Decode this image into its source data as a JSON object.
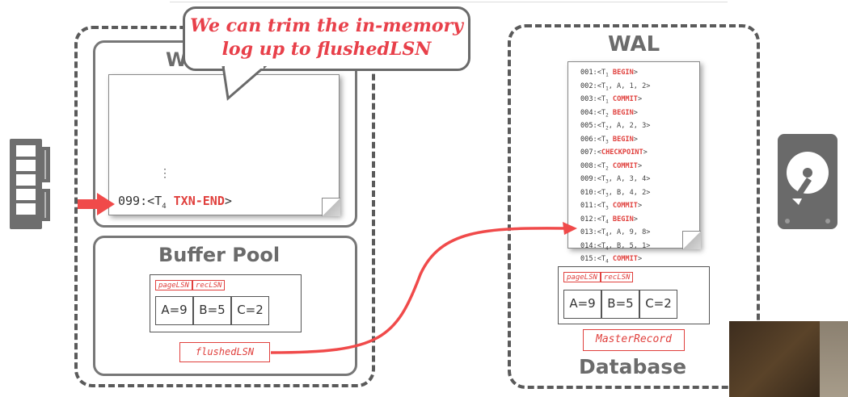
{
  "speech_bubble": {
    "text_line1": "We can trim the in-memory",
    "text_line2": "log up to flushedLSN"
  },
  "memory_wal": {
    "title": "W",
    "ellipsis": "⋮",
    "line_num": "099",
    "line_sep": ":",
    "line_open": "<T",
    "line_sub": "4",
    "line_kw": "TXN-END",
    "line_close": ">"
  },
  "buffer_pool": {
    "title": "Buffer Pool",
    "labels": [
      "pageLSN",
      "recLSN"
    ],
    "cells": [
      "A=9",
      "B=5",
      "C=2"
    ],
    "flushed_label": "flushedLSN"
  },
  "disk_wal": {
    "title": "WAL",
    "entries": [
      {
        "num": "001",
        "pre": "<T",
        "sub": "1",
        "mid": " ",
        "kw": "BEGIN",
        "post": ">"
      },
      {
        "num": "002",
        "pre": "<T",
        "sub": "1",
        "mid": ", A, 1, 2",
        "kw": "",
        "post": ">"
      },
      {
        "num": "003",
        "pre": "<T",
        "sub": "1",
        "mid": " ",
        "kw": "COMMIT",
        "post": ">"
      },
      {
        "num": "004",
        "pre": "<T",
        "sub": "2",
        "mid": " ",
        "kw": "BEGIN",
        "post": ">"
      },
      {
        "num": "005",
        "pre": "<T",
        "sub": "2",
        "mid": ", A, 2, 3",
        "kw": "",
        "post": ">"
      },
      {
        "num": "006",
        "pre": "<T",
        "sub": "3",
        "mid": " ",
        "kw": "BEGIN",
        "post": ">"
      },
      {
        "num": "007",
        "pre": "<",
        "sub": "",
        "mid": "",
        "kw": "CHECKPOINT",
        "post": ">"
      },
      {
        "num": "008",
        "pre": "<T",
        "sub": "2",
        "mid": " ",
        "kw": "COMMIT",
        "post": ">"
      },
      {
        "num": "009",
        "pre": "<T",
        "sub": "3",
        "mid": ", A, 3, 4",
        "kw": "",
        "post": ">"
      },
      {
        "num": "010",
        "pre": "<T",
        "sub": "3",
        "mid": ", B, 4, 2",
        "kw": "",
        "post": ">"
      },
      {
        "num": "011",
        "pre": "<T",
        "sub": "3",
        "mid": " ",
        "kw": "COMMIT",
        "post": ">"
      },
      {
        "num": "012",
        "pre": "<T",
        "sub": "4",
        "mid": " ",
        "kw": "BEGIN",
        "post": ">"
      },
      {
        "num": "013",
        "pre": "<T",
        "sub": "4",
        "mid": ", A, 9, 8",
        "kw": "",
        "post": ">"
      },
      {
        "num": "014",
        "pre": "<T",
        "sub": "4",
        "mid": ", B, 5, 1",
        "kw": "",
        "post": ">"
      },
      {
        "num": "015",
        "pre": "<T",
        "sub": "4",
        "mid": " ",
        "kw": "COMMIT",
        "post": ">"
      }
    ]
  },
  "database": {
    "title": "Database",
    "labels": [
      "pageLSN",
      "recLSN"
    ],
    "cells": [
      "A=9",
      "B=5",
      "C=2"
    ],
    "master_record": "MasterRecord"
  },
  "icons": {
    "memory": "ram-icon",
    "disk": "hard-disk-icon",
    "pointer": "red-arrow-icon"
  },
  "colors": {
    "accent_red": "#e0403d",
    "border_gray": "#5a5a5a"
  }
}
